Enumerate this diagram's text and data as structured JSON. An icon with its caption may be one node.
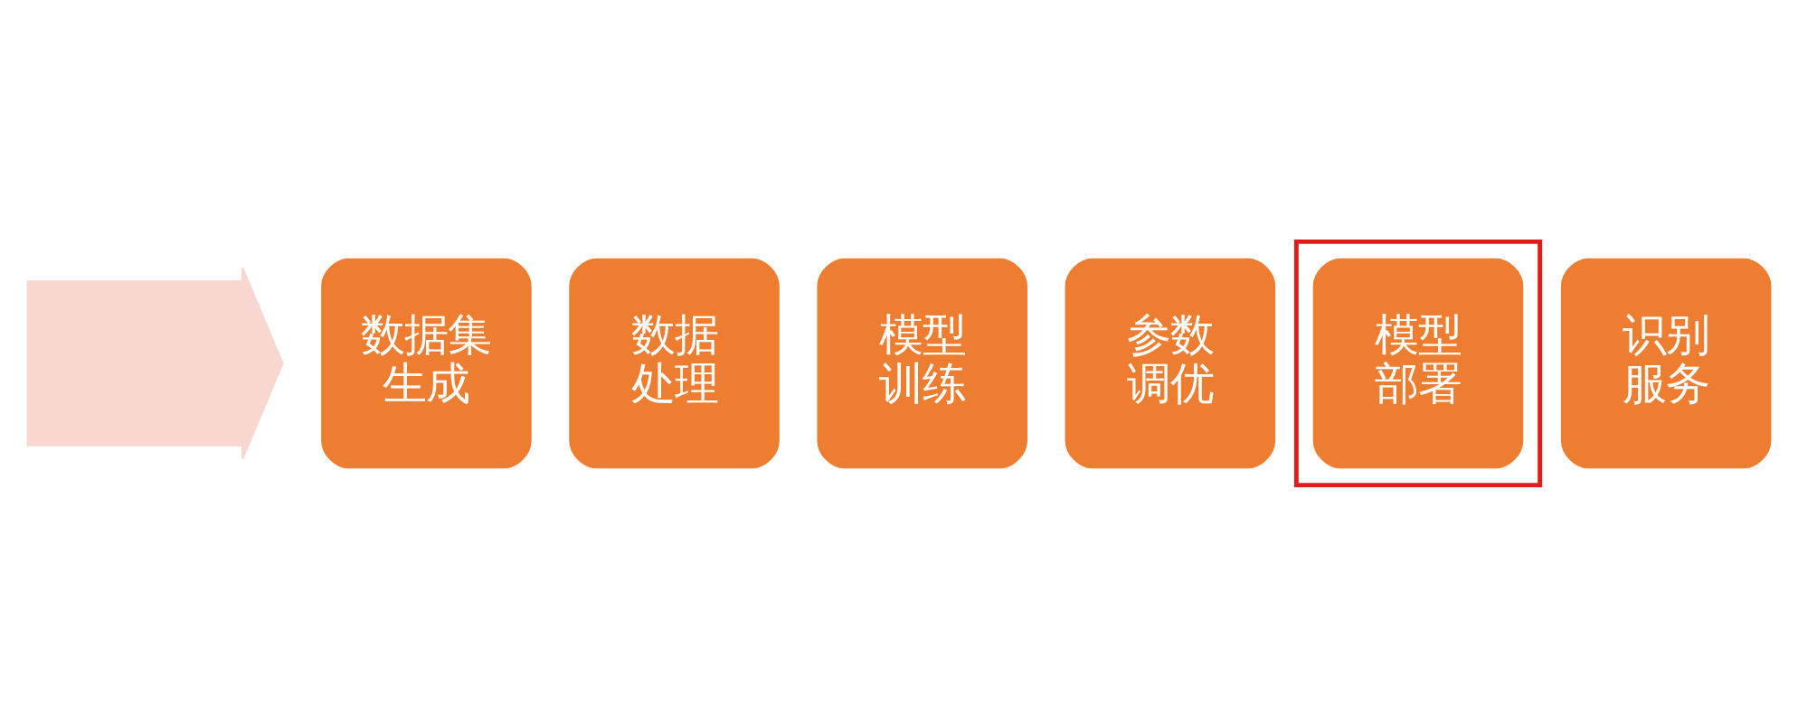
{
  "diagram": {
    "nodes": [
      {
        "text": [],
        "shape": "arrow"
      },
      {
        "text": [
          "数据集生成"
        ]
      },
      {
        "text": [
          "数据处理"
        ]
      },
      {
        "text": [
          "模型训练"
        ]
      },
      {
        "text": [
          "参数调优"
        ]
      },
      {
        "text": [],
        "shape": "box"
      },
      {
        "text": [
          "模型部署"
        ],
        "in": 5
      },
      {
        "text": [
          "识别服务"
        ]
      }
    ],
    "edges": []
  }
}
